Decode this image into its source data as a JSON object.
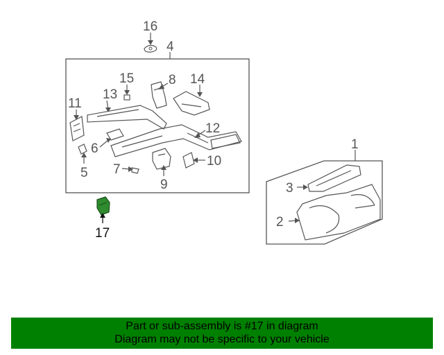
{
  "callouts": {
    "c1": "1",
    "c2": "2",
    "c3": "3",
    "c4": "4",
    "c5": "5",
    "c6": "6",
    "c7": "7",
    "c8": "8",
    "c9": "9",
    "c10": "10",
    "c11": "11",
    "c12": "12",
    "c13": "13",
    "c14": "14",
    "c15": "15",
    "c16": "16",
    "c17": "17"
  },
  "banner": {
    "line1": "Part or sub-assembly is #17 in diagram",
    "line2": "Diagram may not be specific to your vehicle"
  },
  "colors": {
    "banner_bg": "#008000",
    "highlight_part": "#2e8b2e",
    "line_art": "#555555"
  }
}
